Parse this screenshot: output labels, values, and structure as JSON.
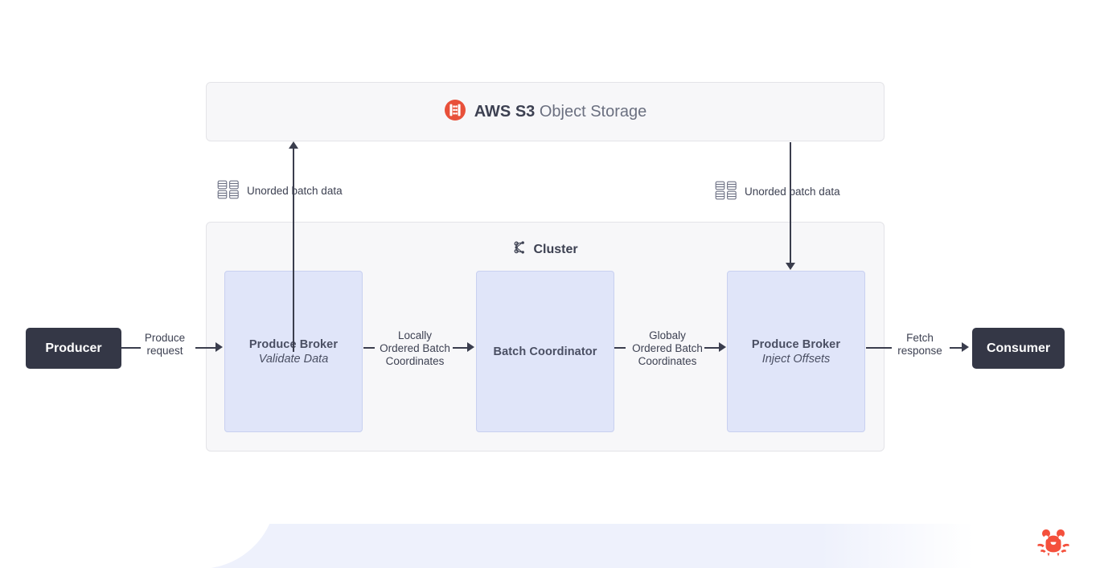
{
  "diagram": {
    "title": "AWS S3 object storage batch pipeline",
    "storage": {
      "name": "s3-object-storage",
      "icon": "aws-s3-icon",
      "brand": "AWS S3",
      "suffix": "Object Storage",
      "fill": "#f7f7f9",
      "border": "#e4e4e8"
    },
    "cluster": {
      "label": "Cluster",
      "icon": "cluster-network-icon",
      "fill": "#f7f7f9",
      "border": "#e4e4e8"
    },
    "nodes": [
      {
        "id": "produce-broker-validate",
        "title": "Produce Broker",
        "subtitle": "Validate Data"
      },
      {
        "id": "batch-coordinator",
        "title": "Batch Coordinator",
        "subtitle": ""
      },
      {
        "id": "produce-broker-inject",
        "title": "Produce Broker",
        "subtitle": "Inject Offsets"
      }
    ],
    "node_fill": "#e0e5f9",
    "node_border": "#c8d0f0",
    "endpoints": [
      {
        "id": "producer",
        "label": "Producer"
      },
      {
        "id": "consumer",
        "label": "Consumer"
      }
    ],
    "endpoint_fill": "#343746",
    "edges": [
      {
        "id": "produce-request",
        "label": "Produce\nrequest"
      },
      {
        "id": "locally-ordered",
        "label": "Locally\nOrdered Batch\nCoordinates"
      },
      {
        "id": "globally-ordered",
        "label": "Globaly\nOrdered Batch\nCoordinates"
      },
      {
        "id": "fetch-response",
        "label": "Fetch\nresponse"
      }
    ],
    "storage_edges": [
      {
        "id": "upload-unordered-batch",
        "label": "Unorded batch data",
        "icon": "database-grid-icon",
        "direction": "up"
      },
      {
        "id": "download-unordered-batch",
        "label": "Unorded batch data",
        "icon": "database-grid-icon",
        "direction": "down"
      }
    ],
    "footer": {
      "logo": "crab-logo",
      "logo_color": "#f4503c",
      "band_color": "#eef1fc"
    },
    "line_color": "#3a3d4d"
  }
}
